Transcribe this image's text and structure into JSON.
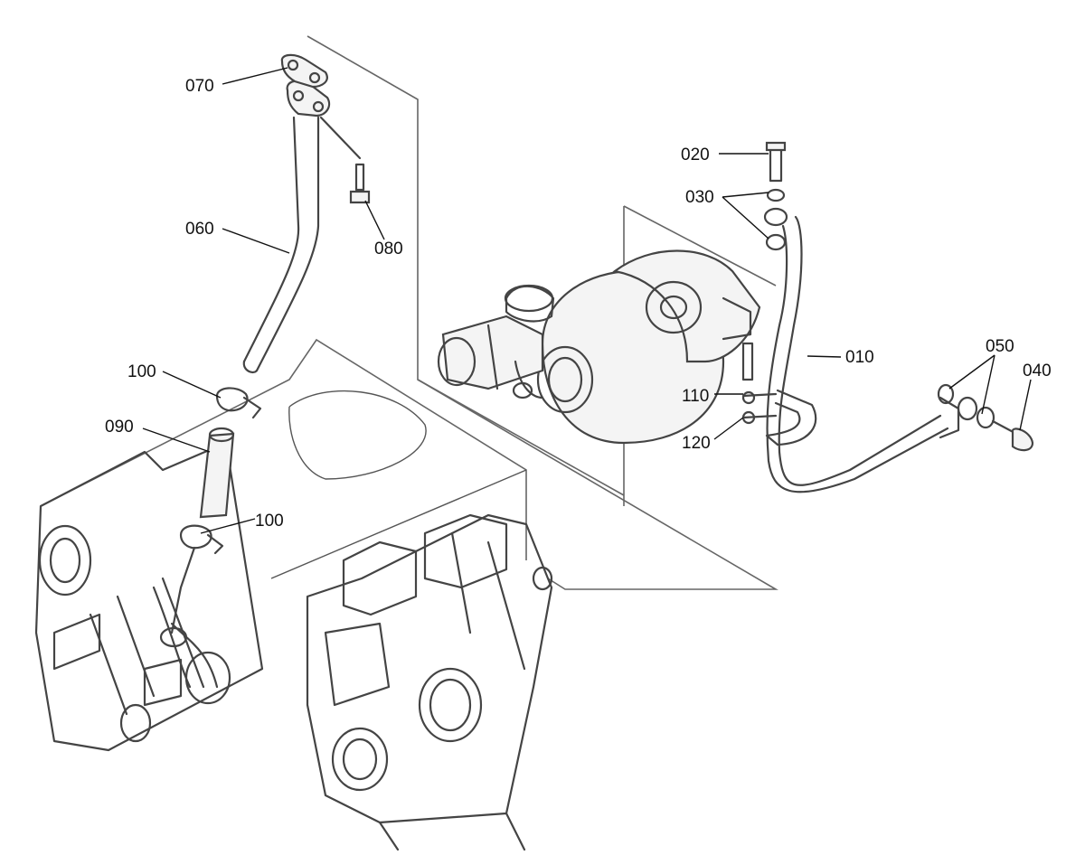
{
  "labels": {
    "p010": "010",
    "p020": "020",
    "p030": "030",
    "p040": "040",
    "p050": "050",
    "p060": "060",
    "p070": "070",
    "p080": "080",
    "p090": "090",
    "p100a": "100",
    "p100b": "100",
    "p110": "110",
    "p120": "120"
  }
}
